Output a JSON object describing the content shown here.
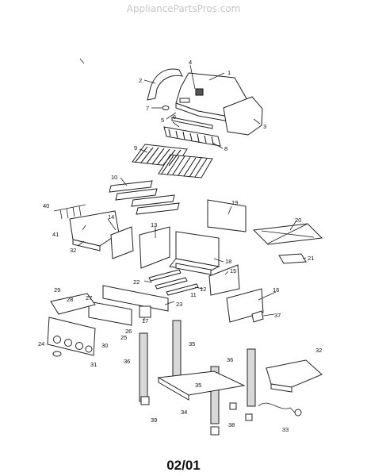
{
  "watermark": "AppliancePartsPros.com",
  "date_code": "02/01",
  "callouts": [
    "1",
    "2",
    "3",
    "4",
    "5",
    "6",
    "7",
    "8",
    "9",
    "10",
    "11",
    "12",
    "13",
    "14",
    "15",
    "16",
    "17",
    "18",
    "19",
    "20",
    "21",
    "22",
    "23",
    "24",
    "25",
    "26",
    "27",
    "28",
    "29",
    "30",
    "31",
    "32",
    "33",
    "34",
    "35",
    "36",
    "37",
    "38",
    "39",
    "40",
    "41"
  ]
}
